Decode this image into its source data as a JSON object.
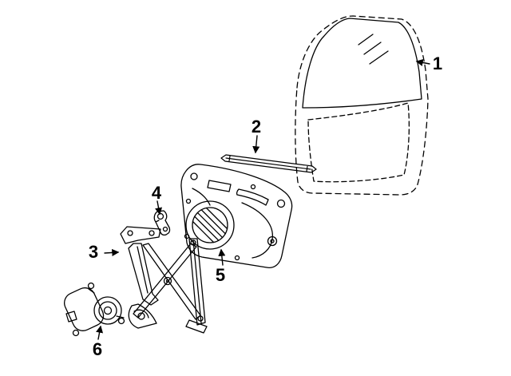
{
  "diagram": {
    "background_color": "#ffffff",
    "line_color": "#000000",
    "callouts": [
      {
        "label": "1"
      },
      {
        "label": "2"
      },
      {
        "label": "3"
      },
      {
        "label": "4"
      },
      {
        "label": "5"
      },
      {
        "label": "6"
      }
    ]
  }
}
